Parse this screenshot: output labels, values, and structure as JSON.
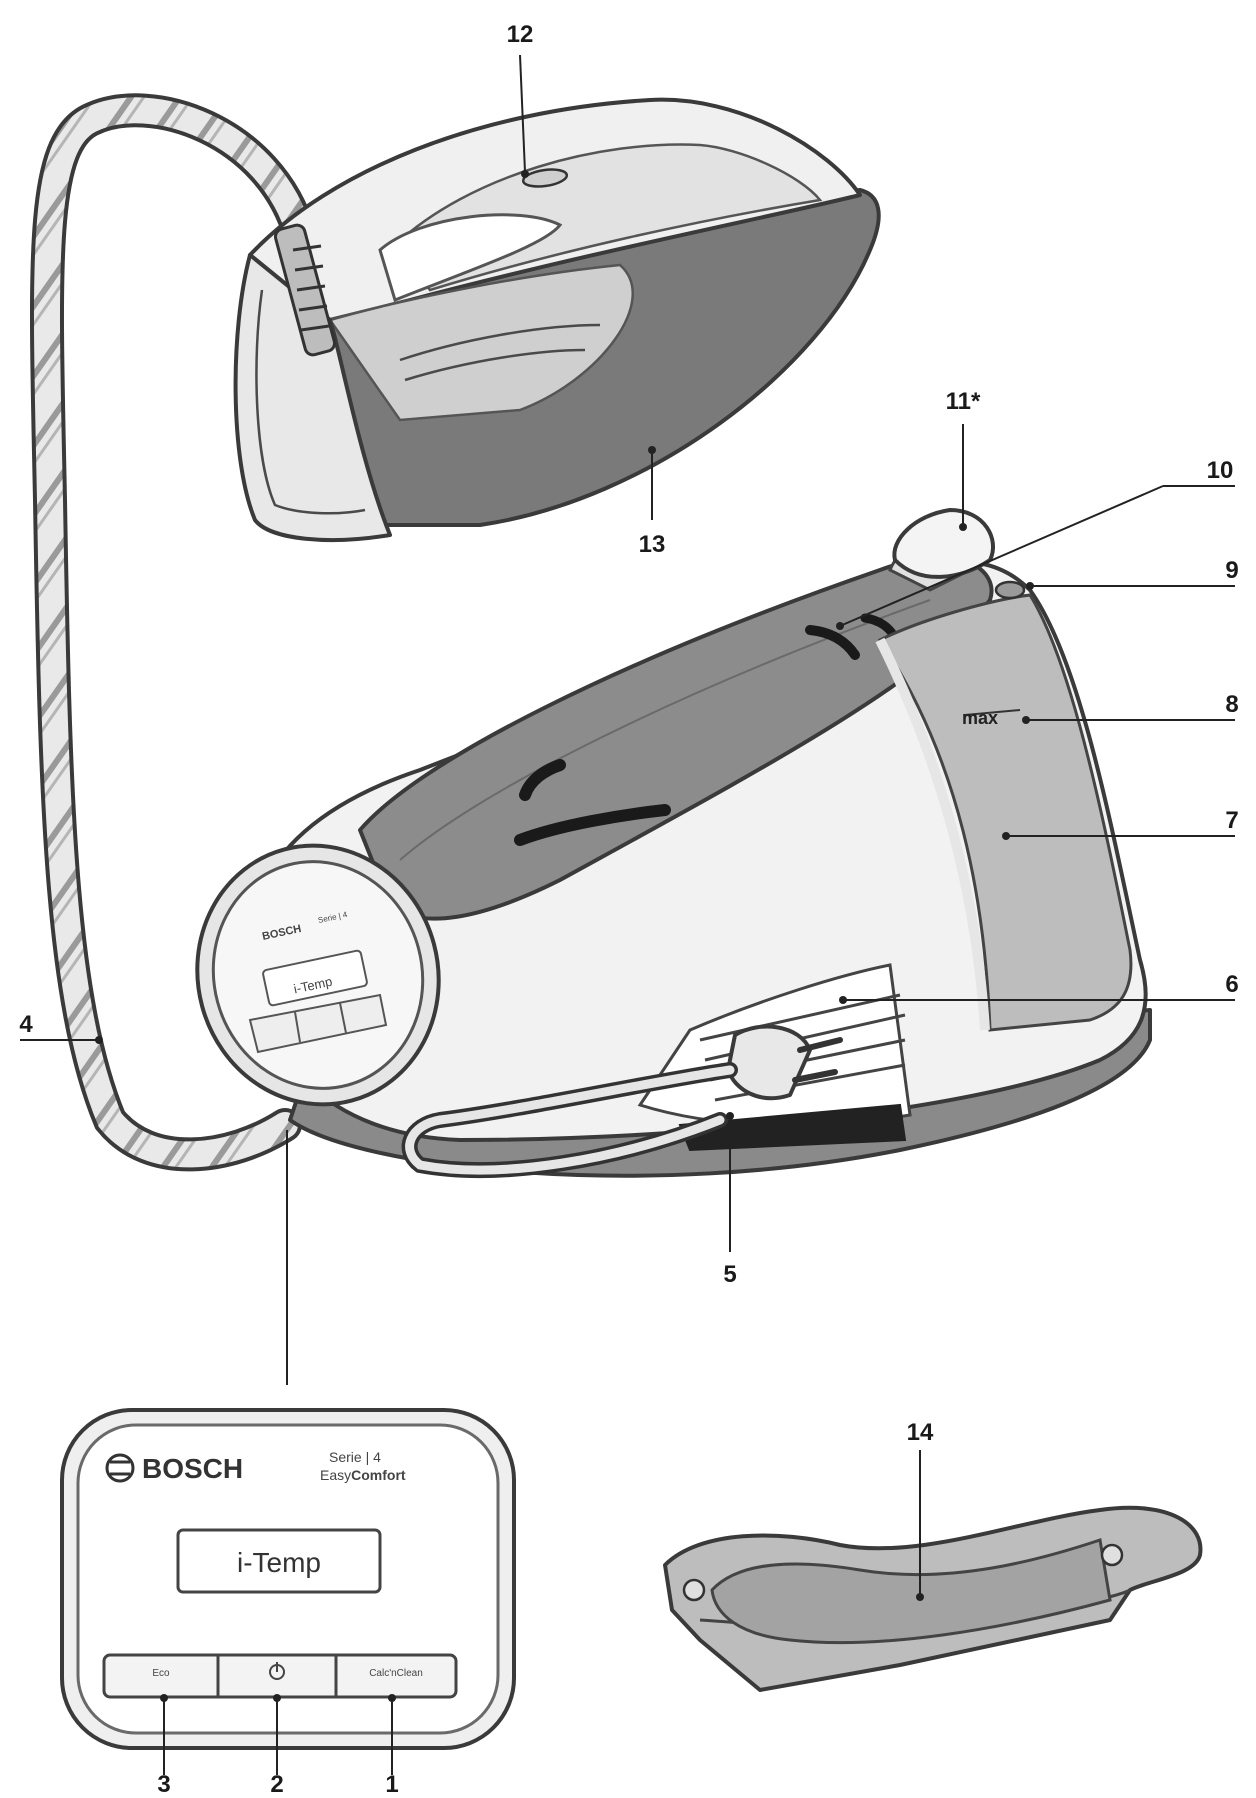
{
  "callouts": {
    "c1": "1",
    "c2": "2",
    "c3": "3",
    "c4": "4",
    "c5": "5",
    "c6": "6",
    "c7": "7",
    "c8": "8",
    "c9": "9",
    "c10": "10",
    "c11": "11*",
    "c12": "12",
    "c13": "13",
    "c14": "14"
  },
  "tank": {
    "max_label": "max"
  },
  "panel": {
    "brand": "BOSCH",
    "series_line1": "Serie | 4",
    "series_line2_prefix": "Easy",
    "series_line2_suffix": "Comfort",
    "display": "i-Temp",
    "btn_left": "Eco",
    "btn_right": "Calc'nClean"
  },
  "mini_panel": {
    "brand": "BOSCH",
    "display": "i-Temp",
    "series": "Serie | 4"
  },
  "colors": {
    "outline": "#3a3a3a",
    "body_light": "#f2f2f2",
    "body_mid": "#c9c9c9",
    "body_dark": "#8a8a8a",
    "sole": "#7a7a7a"
  }
}
